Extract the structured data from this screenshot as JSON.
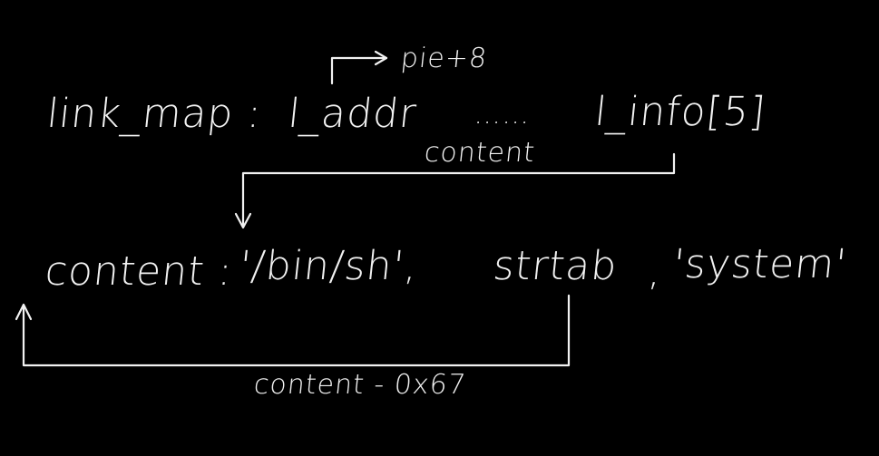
{
  "diagram": {
    "background_color": "#000000",
    "ink_color": "#f2f2f2",
    "row1": {
      "label": "link_map :",
      "l_addr": "l_addr",
      "dots": "……",
      "l_info": "l_info[5]"
    },
    "pie_label": "pie+8",
    "content_arrow_label": "content",
    "row2": {
      "label": "content :",
      "binsh": "'/bin/sh',",
      "strtab": "strtab",
      "comma": ",",
      "system": "'system'"
    },
    "bottom_label": "content - 0x67"
  }
}
